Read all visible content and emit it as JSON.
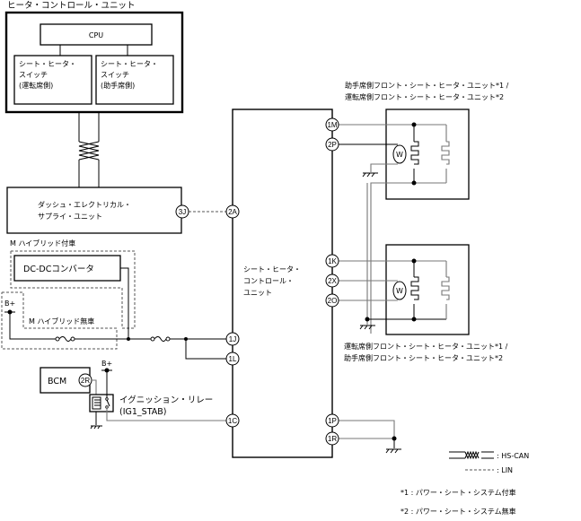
{
  "diagram": {
    "heater_control_unit": {
      "title": "ヒータ・コントロール・ユニット",
      "cpu": "CPU",
      "switch_driver": [
        "シート・ヒータ・",
        "スイッチ",
        "(運転席側)"
      ],
      "switch_passenger": [
        "シート・ヒータ・",
        "スイッチ",
        "(助手席側)"
      ]
    },
    "dash_supply_unit": {
      "label": [
        "ダッシュ・エレクトリカル・",
        "サプライ・ユニット"
      ],
      "pin": "3J"
    },
    "hybrid_with": "M ハイブリッド付車",
    "hybrid_without": "M ハイブリッド無車",
    "dcdc_converter": "DC-DCコンバータ",
    "b_plus": "B+",
    "bcm": {
      "label": "BCM",
      "pin": "2R"
    },
    "ignition_relay": [
      "イグニッション・リレー",
      "(IG1_STAB)"
    ],
    "seat_heater_control_unit": {
      "label": [
        "シート・ヒータ・",
        "コントロール・",
        "ユニット"
      ],
      "pins_left": [
        "2A",
        "1J",
        "1L",
        "1C"
      ],
      "pins_right": [
        "1M",
        "2P",
        "1K",
        "2X",
        "2O",
        "1P",
        "1R"
      ]
    },
    "upper_heater_unit_label": [
      "助手席側フロント・シート・ヒータ・ユニット*1 /",
      "運転席側フロント・シート・ヒータ・ユニット*2"
    ],
    "lower_heater_unit_label": [
      "運転席側フロント・シート・ヒータ・ユニット*1 /",
      "助手席側フロント・シート・ヒータ・ユニット*2"
    ],
    "legend": {
      "hs_can": ": HS-CAN",
      "lin": ": LIN",
      "note1": "*1 : パワー・シート・システム付車",
      "note2": "*2 : パワー・シート・システム無車"
    }
  }
}
